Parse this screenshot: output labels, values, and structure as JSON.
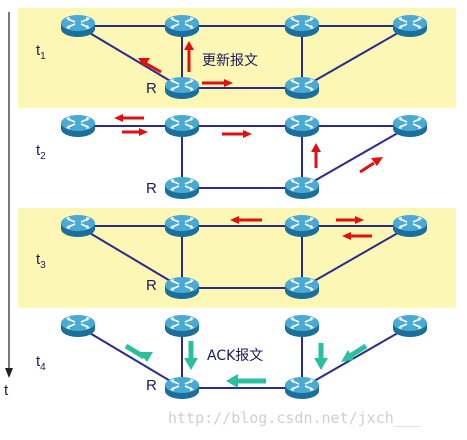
{
  "time_axis_label": "t",
  "router_label": "R",
  "update_message_label": "更新报文",
  "ack_message_label": "ACK报文",
  "watermark": "http://blog.csdn.net/jxch___",
  "colors": {
    "panel_yellow": "#fdf7b6",
    "link": "#2b2b8a",
    "red_arrow": "#e01010",
    "teal_arrow": "#2abf9e",
    "router_top": "#4aaad4",
    "router_side": "#1b6f9c"
  },
  "panels": [
    {
      "t": "t",
      "sub": "1",
      "highlight": true
    },
    {
      "t": "t",
      "sub": "2",
      "highlight": false
    },
    {
      "t": "t",
      "sub": "3",
      "highlight": true
    },
    {
      "t": "t",
      "sub": "4",
      "highlight": false
    }
  ]
}
